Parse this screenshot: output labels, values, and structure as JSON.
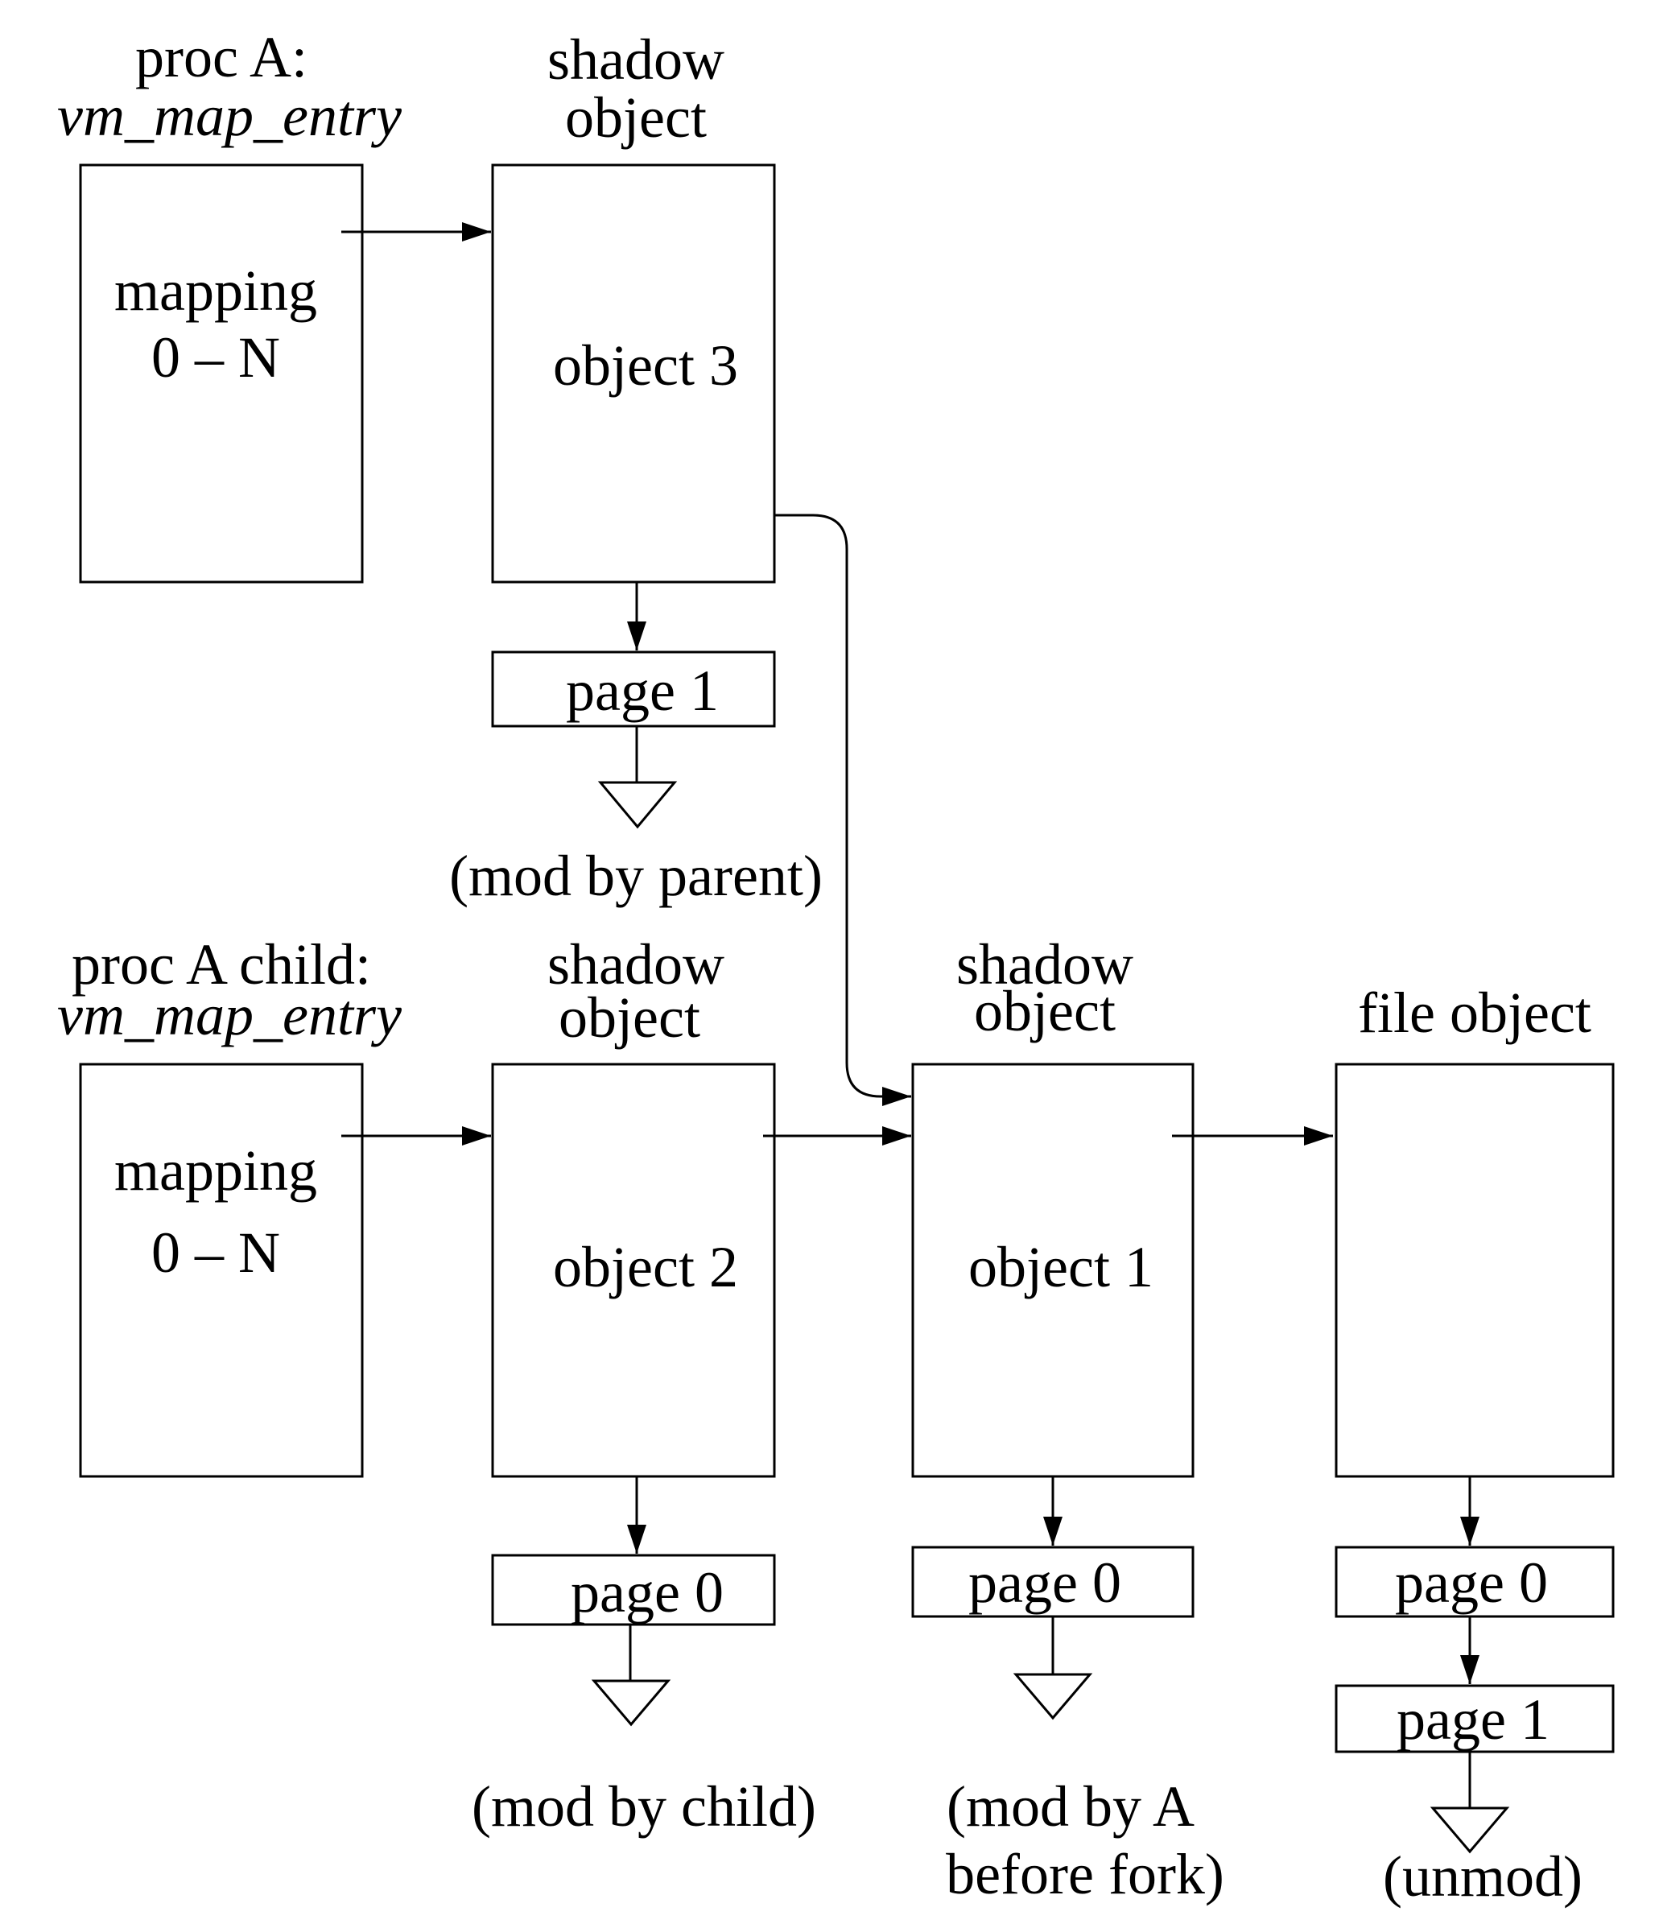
{
  "top_row": {
    "entry": {
      "heading_line1": "proc A:",
      "heading_line2": "vm_map_entry",
      "mapping_line1": "mapping",
      "mapping_line2": "0 – N"
    },
    "shadow": {
      "heading_line1": "shadow",
      "heading_line2": "object",
      "name": "object 3",
      "page": "page 1",
      "note": "(mod by parent)"
    }
  },
  "bottom_row": {
    "entry": {
      "heading_line1": "proc A child:",
      "heading_line2": "vm_map_entry",
      "mapping_line1": "mapping",
      "mapping_line2": "0 – N"
    },
    "shadow2": {
      "heading_line1": "shadow",
      "heading_line2": "object",
      "name": "object 2",
      "page": "page 0",
      "note": "(mod by child)"
    },
    "shadow1": {
      "heading_line1": "shadow",
      "heading_line2": "object",
      "name": "object 1",
      "page": "page 0",
      "note_line1": "(mod by A",
      "note_line2": "before fork)"
    },
    "file": {
      "heading": "file object",
      "page_a": "page 0",
      "page_b": "page 1",
      "note": "(unmod)"
    }
  }
}
